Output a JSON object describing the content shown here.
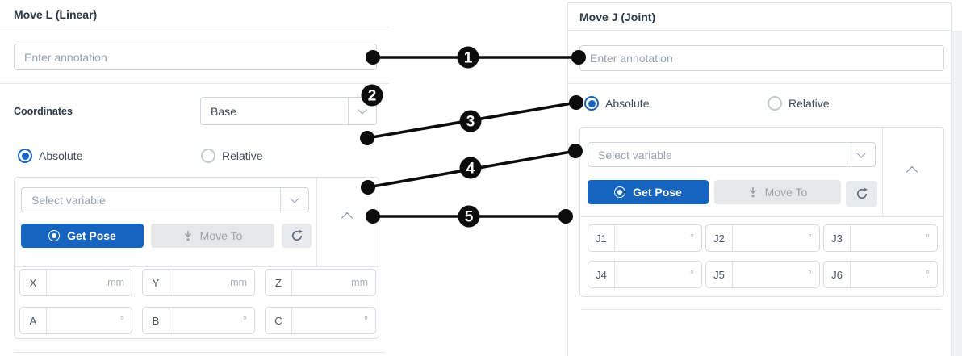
{
  "colors": {
    "accent": "#1565c0",
    "callout": "#0c0c0c"
  },
  "move_l": {
    "title": "Move L (Linear)",
    "annotation": {
      "value": "",
      "placeholder": "Enter annotation"
    },
    "coordinates": {
      "label": "Coordinates",
      "value": "Base"
    },
    "modes": [
      {
        "label": "Absolute",
        "selected": true
      },
      {
        "label": "Relative",
        "selected": false
      }
    ],
    "variable": {
      "value": "",
      "placeholder": "Select variable"
    },
    "buttons": {
      "get_pose": "Get Pose",
      "move_to": "Move To"
    },
    "fields": [
      {
        "label": "X",
        "value": "",
        "unit": "mm"
      },
      {
        "label": "Y",
        "value": "",
        "unit": "mm"
      },
      {
        "label": "Z",
        "value": "",
        "unit": "mm"
      },
      {
        "label": "A",
        "value": "",
        "unit": "°"
      },
      {
        "label": "B",
        "value": "",
        "unit": "°"
      },
      {
        "label": "C",
        "value": "",
        "unit": "°"
      }
    ]
  },
  "move_j": {
    "title": "Move J (Joint)",
    "annotation": {
      "value": "",
      "placeholder": "Enter annotation"
    },
    "modes": [
      {
        "label": "Absolute",
        "selected": true
      },
      {
        "label": "Relative",
        "selected": false
      }
    ],
    "variable": {
      "value": "",
      "placeholder": "Select variable"
    },
    "buttons": {
      "get_pose": "Get Pose",
      "move_to": "Move To"
    },
    "fields": [
      {
        "label": "J1",
        "value": "",
        "unit": "°"
      },
      {
        "label": "J2",
        "value": "",
        "unit": "°"
      },
      {
        "label": "J3",
        "value": "",
        "unit": "°"
      },
      {
        "label": "J4",
        "value": "",
        "unit": "°"
      },
      {
        "label": "J5",
        "value": "",
        "unit": "°"
      },
      {
        "label": "J6",
        "value": "",
        "unit": "°"
      }
    ]
  },
  "callouts": [
    {
      "label": "1"
    },
    {
      "label": "2"
    },
    {
      "label": "3"
    },
    {
      "label": "4"
    },
    {
      "label": "5"
    }
  ]
}
